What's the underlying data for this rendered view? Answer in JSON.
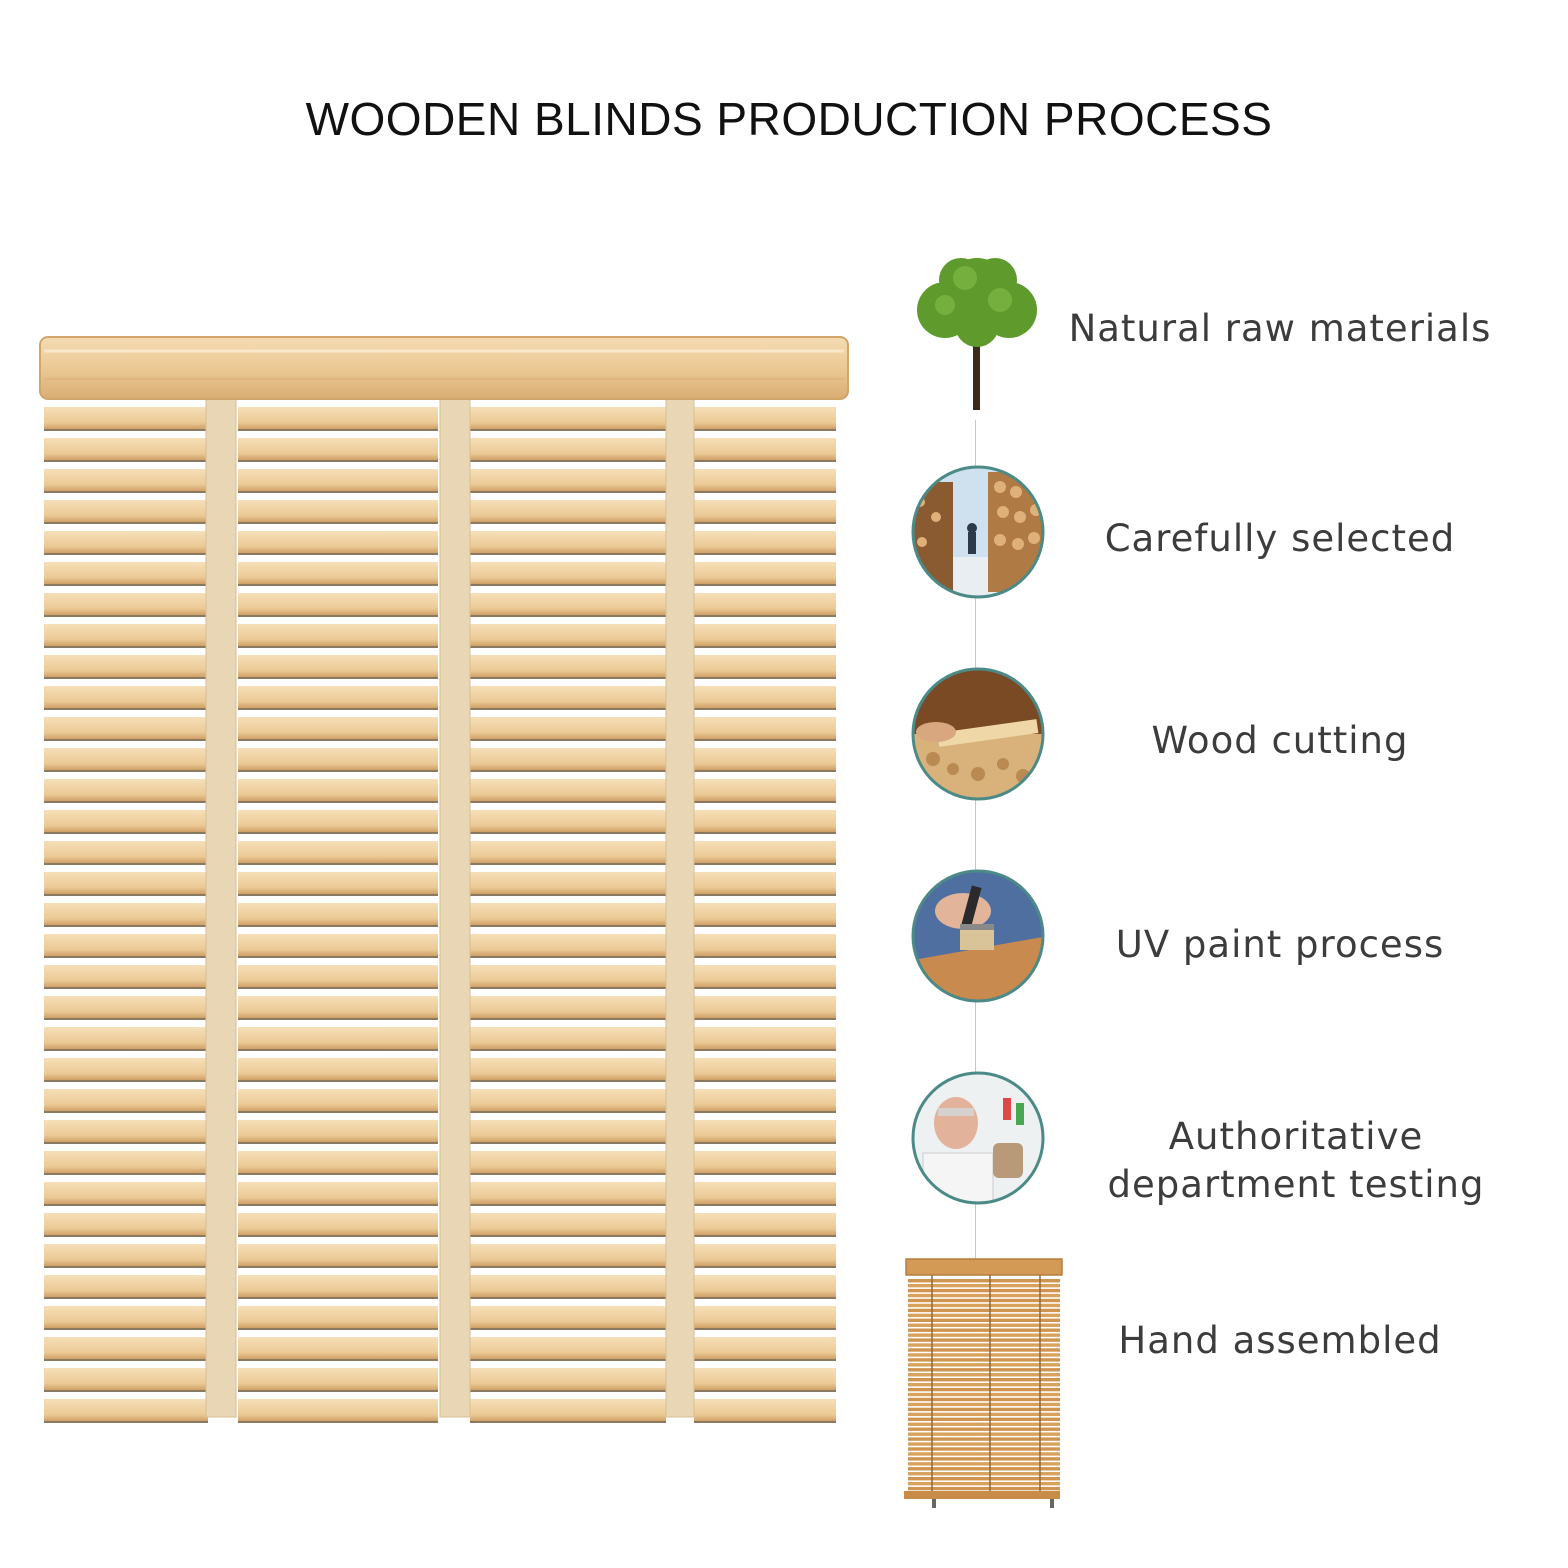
{
  "title": "WOODEN BLINDS PRODUCTION PROCESS",
  "colors": {
    "wood_light": "#f2d5a8",
    "wood_mid": "#e8c48e",
    "wood_dark": "#c99a5e",
    "tape": "#e9d6b4",
    "connector": "#e3c49a",
    "tree_green": "#5e9a2c",
    "circle_border": "#4c8a87"
  },
  "steps": [
    {
      "label": "Natural raw materials",
      "icon": "tree-icon"
    },
    {
      "label": "Carefully selected",
      "icon": "log-pile-photo-icon"
    },
    {
      "label": "Wood cutting",
      "icon": "wood-cutting-photo-icon"
    },
    {
      "label": "UV paint process",
      "icon": "paint-brush-photo-icon"
    },
    {
      "label": "Authoritative department testing",
      "icon": "lab-testing-photo-icon"
    },
    {
      "label": "Hand assembled",
      "icon": "assembled-blind-icon"
    }
  ]
}
